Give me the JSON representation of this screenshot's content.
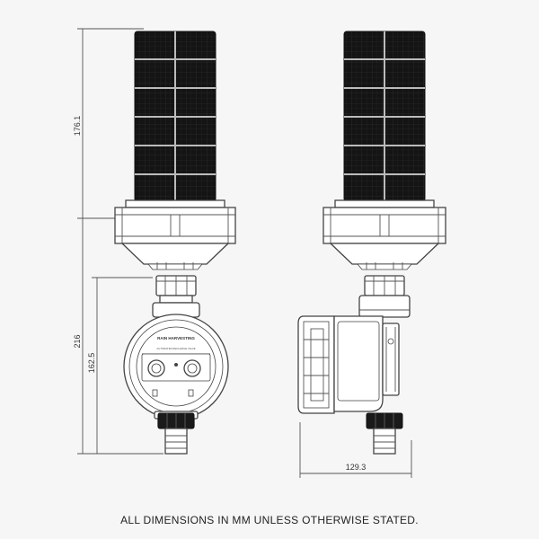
{
  "dimensions": {
    "filter_height": "176.1",
    "total_height": "216",
    "valve_height": "162.5",
    "valve_width": "129.3"
  },
  "valve_labels": {
    "brand": "RAIN HARVESTING",
    "subtitle": "AUTOMATED RECHARGE VALVE"
  },
  "footer": "ALL DIMENSIONS IN MM UNLESS OTHERWISE STATED."
}
